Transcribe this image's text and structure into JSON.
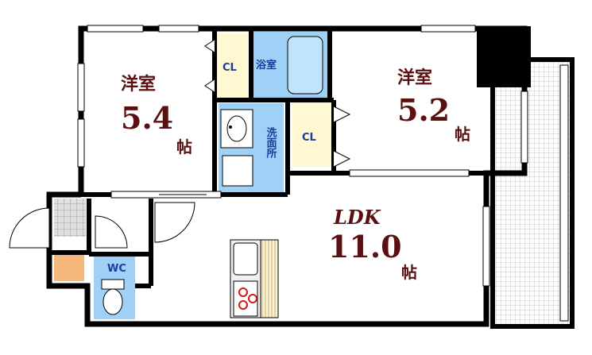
{
  "plan": {
    "rooms": {
      "western_room_1": {
        "name": "洋室",
        "size_number": "5.4",
        "unit": "帖"
      },
      "western_room_2": {
        "name": "洋室",
        "size_number": "5.2",
        "unit": "帖"
      },
      "ldk": {
        "name": "LDK",
        "size_number": "11.0",
        "unit": "帖"
      },
      "bath": {
        "name": "浴室"
      },
      "washroom": {
        "name": "洗面所"
      },
      "closet_1": {
        "name": "CL"
      },
      "closet_2": {
        "name": "CL"
      },
      "toilet": {
        "name": "WC"
      }
    },
    "colors": {
      "wall": "#000000",
      "room_label": "#5a1010",
      "small_label": "#1a3c9c",
      "wet_area": "#9fd0f5",
      "closet_fill": "#fff8d0",
      "storage_fill": "#f5b77a",
      "balcony_grid": "#c8c8c8",
      "stove": "#d01818"
    }
  }
}
